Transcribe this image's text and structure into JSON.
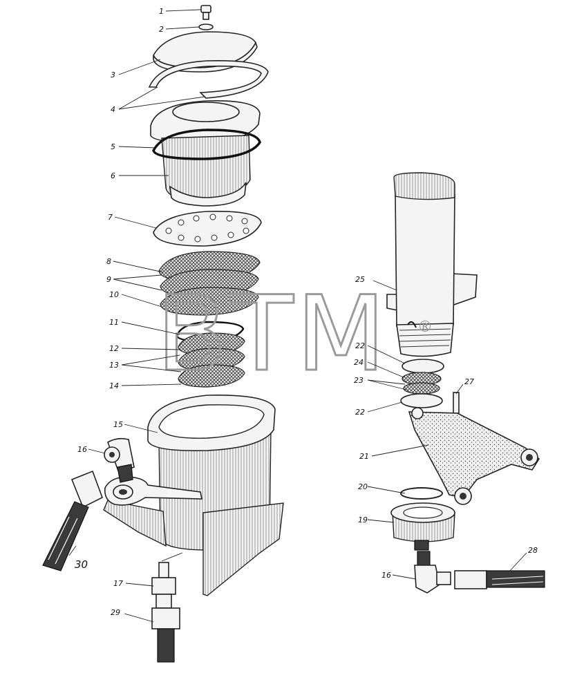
{
  "watermark": {
    "text": "BTM",
    "reg_mark": "®"
  },
  "callouts": [
    {
      "id": "c1",
      "label": "1"
    },
    {
      "id": "c2",
      "label": "2"
    },
    {
      "id": "c3",
      "label": "3"
    },
    {
      "id": "c4",
      "label": "4"
    },
    {
      "id": "c5",
      "label": "5"
    },
    {
      "id": "c6",
      "label": "6"
    },
    {
      "id": "c7",
      "label": "7"
    },
    {
      "id": "c8",
      "label": "8"
    },
    {
      "id": "c9",
      "label": "9"
    },
    {
      "id": "c10",
      "label": "10"
    },
    {
      "id": "c11",
      "label": "11"
    },
    {
      "id": "c12",
      "label": "12"
    },
    {
      "id": "c13",
      "label": "13"
    },
    {
      "id": "c14",
      "label": "14"
    },
    {
      "id": "c15",
      "label": "15"
    },
    {
      "id": "c16a",
      "label": "16"
    },
    {
      "id": "c16b",
      "label": "16"
    },
    {
      "id": "c17",
      "label": "17"
    },
    {
      "id": "c19",
      "label": "19"
    },
    {
      "id": "c20",
      "label": "20"
    },
    {
      "id": "c21",
      "label": "21"
    },
    {
      "id": "c22a",
      "label": "22"
    },
    {
      "id": "c22b",
      "label": "22"
    },
    {
      "id": "c23",
      "label": "23"
    },
    {
      "id": "c24",
      "label": "24"
    },
    {
      "id": "c25",
      "label": "25"
    },
    {
      "id": "c27",
      "label": "27"
    },
    {
      "id": "c28",
      "label": "28"
    },
    {
      "id": "c29",
      "label": "29"
    },
    {
      "id": "c30",
      "label": "30"
    }
  ]
}
